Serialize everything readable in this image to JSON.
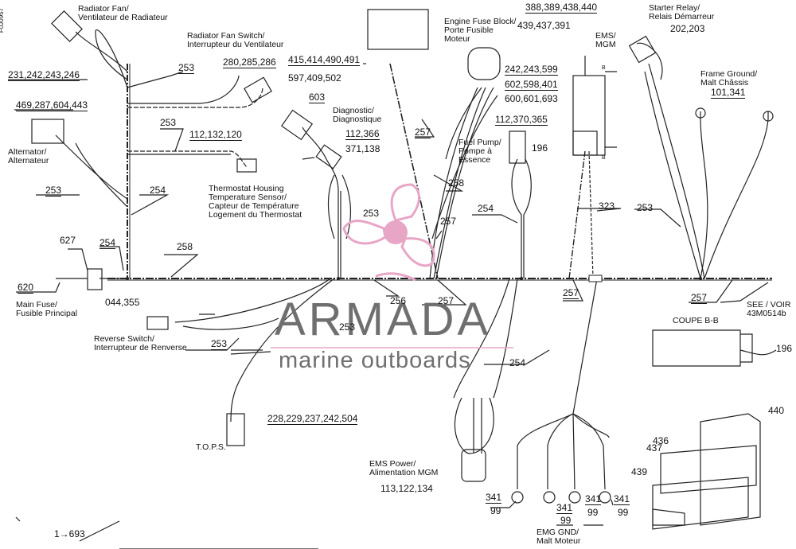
{
  "figure_id": "F0J0957",
  "watermark": {
    "name": "ARMADA",
    "tagline": "marine outboards",
    "accent_color": "#e8a6c6",
    "text_color": "#6f6f6f"
  },
  "labels": {
    "radiator_fan": "Radiator Fan/",
    "radiator_fan_fr": "Ventilateur de Radiateur",
    "radiator_fan_parts": "231,242,243,246",
    "radiator_fan_switch": "Radiator Fan Switch/",
    "radiator_fan_switch_fr": "Interrupteur du Ventilateur",
    "radiator_fan_switch_parts": "280,285,286",
    "alternator_parts": "469,287,604,443",
    "alternator": "Alternator/",
    "alternator_fr": "Alternateur",
    "thermostat_parts": "112,132,120",
    "thermostat": "Thermostat Housing",
    "thermostat_fr1": "Temperature Sensor/",
    "thermostat_fr2": "Capteur de Température",
    "thermostat_fr3": "Logement du Thermostat",
    "diag_num": "603",
    "diagnostic": "Diagnostic/",
    "diagnostic_fr": "Diagnostique",
    "diag_parts_a": "112,366",
    "diag_parts_b": "371,138",
    "engine_fuse_block": "Engine Fuse Block/",
    "engine_fuse_block_fr1": "Porte Fusible",
    "engine_fuse_block_fr2": "Moteur",
    "fuse_parts_a": "415,414,490,491",
    "fuse_parts_b": "597,409,502",
    "ems_parts_a": "388,389,438,440",
    "ems_parts_b": "439,437,391",
    "ems": "EMS/",
    "mgm": "MGM",
    "relay_parts_a": "242,243,599",
    "relay_parts_b": "602,598,401",
    "relay_parts_c": "600,601,693",
    "starter_relay": "Starter Relay/",
    "starter_relay_fr": "Relais Démarreur",
    "starter_relay_parts": "202,203",
    "frame_ground": "Frame Ground/",
    "frame_ground_fr": "Malt Châssis",
    "frame_ground_parts": "101,341",
    "fuel_pump_parts": "112,370,365",
    "fuel_pump": "Fuel Pump/",
    "fuel_pump_fr1": "Pompe à",
    "fuel_pump_fr2": "Essence",
    "n196a": "196",
    "n196b": "196",
    "n253": "253",
    "n254": "254",
    "n256": "256",
    "n257": "257",
    "n258": "258",
    "n323": "323",
    "n627": "627",
    "n620": "620",
    "main_fuse": "Main Fuse/",
    "main_fuse_fr": "Fusible Principal",
    "reverse_parts": "044,355",
    "reverse_switch": "Reverse Switch/",
    "reverse_switch_fr": "Interrupteur de Renverse",
    "tops_parts": "228,229,237,242,504",
    "tops": "T.O.P.S.",
    "ems_power": "EMS Power/",
    "ems_power_fr": "Alimentation MGM",
    "ems_power_parts": "113,122,134",
    "n341": "341",
    "n99": "99",
    "emg_gnd": "EMG GND/",
    "emg_gnd_fr": "Malt Moteur",
    "see_voir": "SEE / VOIR",
    "see_ref": "43M0514b",
    "coupe": "COUPE B-B",
    "n436": "436",
    "n437": "437",
    "n439": "439",
    "n440": "440",
    "ref_693": "1→693",
    "marker_b": "B"
  }
}
